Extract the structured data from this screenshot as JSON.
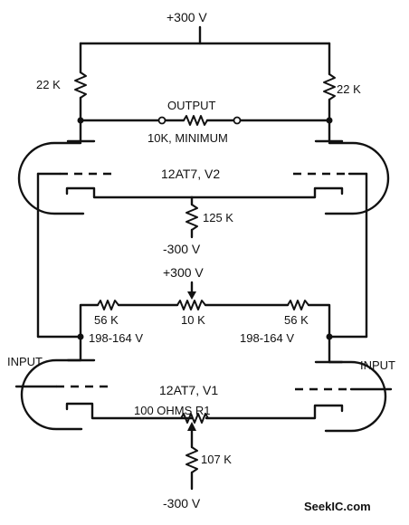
{
  "labels": {
    "top_supply": "+300 V",
    "r_left_top": "22 K",
    "r_right_top": "22 K",
    "output": "OUTPUT",
    "output_min": "10K, MINIMUM",
    "tube_v2": "12AT7, V2",
    "r_cathode_v2": "125 K",
    "neg_supply_mid": "-300 V",
    "mid_supply": "+300 V",
    "r_56k_left": "56 K",
    "pot_10k": "10 K",
    "r_56k_right": "56 K",
    "volt_left": "198-164 V",
    "volt_right": "198-164 V",
    "input_left": "INPUT",
    "input_right": "INPUT",
    "tube_v1": "12AT7, V1",
    "r1_label": "100 OHMS R1",
    "r_107k": "107 K",
    "neg_supply_bottom": "-300 V",
    "watermark": "SeekIC.com"
  }
}
